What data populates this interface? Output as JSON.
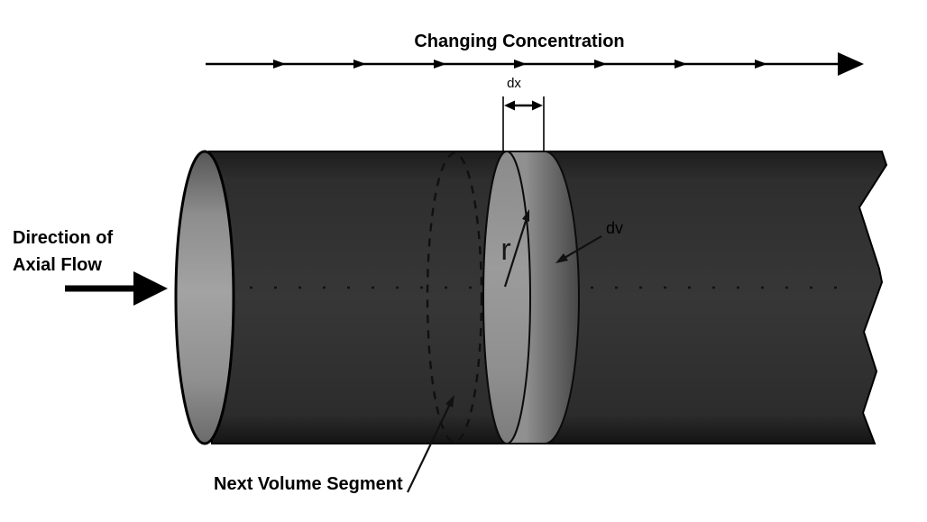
{
  "diagram": {
    "title": "Changing Concentration",
    "labels": {
      "dx": "dx",
      "r": "r",
      "dv": "dv",
      "direction_line1": "Direction of",
      "direction_line2": "Axial Flow",
      "next_volume_segment": "Next Volume Segment"
    },
    "colors": {
      "background": "#ffffff",
      "pipe_body": "#303030",
      "pipe_end_cap": "#9a9a9a",
      "volume_disk_face": "#8e8e8e",
      "volume_disk_side": "#4a4a4a",
      "line": "#000000"
    }
  }
}
